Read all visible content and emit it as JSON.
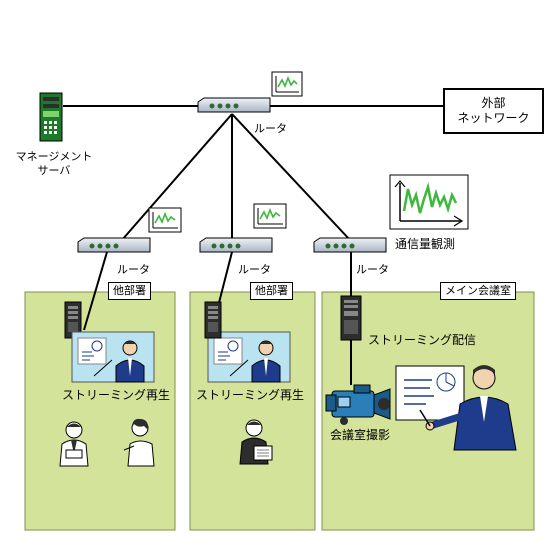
{
  "nodes": {
    "management_server": "マネージメント\nサーバ",
    "external_network": [
      "外部",
      "ネットワーク"
    ],
    "main_router": "ルータ",
    "router_left": "ルータ",
    "router_middle": "ルータ",
    "router_right": "ルータ",
    "traffic_monitor": "通信量観測"
  },
  "zones": [
    {
      "title": "他部署",
      "caption": "ストリーミング再生"
    },
    {
      "title": "他部署",
      "caption": "ストリーミング再生"
    },
    {
      "title": "メイン会議室",
      "stream_label": "ストリーミング配信",
      "camera_label": "会議室撮影"
    }
  ],
  "colors": {
    "zone_fill": "#d3e49a",
    "router_body": "#c9d3df",
    "led": "#2e6b2e",
    "server_green": "#1d7a2a",
    "server_dark": "#2d2d2d",
    "graph_line": "#3cb83c",
    "suit_blue": "#1f3b8c",
    "screen_bg": "#b9e3f0"
  }
}
